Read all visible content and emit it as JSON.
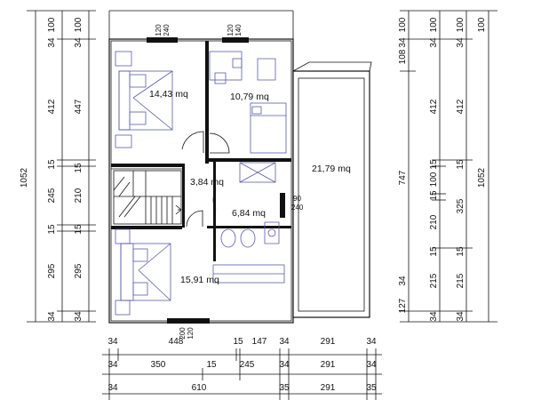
{
  "rooms": {
    "bedroom_top_left": "14,43 mq",
    "bedroom_top_right": "10,79 mq",
    "terrace": "21,79 mq",
    "hall": "3,84 mq",
    "bathroom": "6,84 mq",
    "bedroom_bottom": "15,91 mq"
  },
  "openings": {
    "top_left_w": "120",
    "top_left_h": "240",
    "top_right_w": "120",
    "top_right_h": "140",
    "side_w": "90",
    "side_h": "240",
    "bottom_w": "200",
    "bottom_h": "120"
  },
  "left_dims": {
    "total": "1052",
    "outer": [
      "100",
      "34",
      "412",
      "15",
      "245",
      "15",
      "295",
      "34"
    ],
    "inner": [
      "100",
      "34",
      "447",
      "15",
      "210",
      "15",
      "295",
      "34"
    ]
  },
  "right_dims": {
    "col1": [
      "100",
      "34",
      "108",
      "747",
      "127",
      "34"
    ],
    "col2": [
      "100",
      "34",
      "412",
      "15",
      "100",
      "15",
      "210",
      "15",
      "215",
      "34"
    ],
    "col3": [
      "100",
      "34",
      "412",
      "15",
      "325",
      "15",
      "215",
      "34"
    ],
    "total": "1052"
  },
  "bottom_dims": {
    "row1": [
      "34",
      "448",
      "15",
      "147",
      "34",
      "291",
      "34"
    ],
    "row2": [
      "34",
      "350",
      "15",
      "245",
      "34",
      "291",
      "34"
    ],
    "row3": [
      "34",
      "610",
      "35",
      "291",
      "35"
    ]
  }
}
